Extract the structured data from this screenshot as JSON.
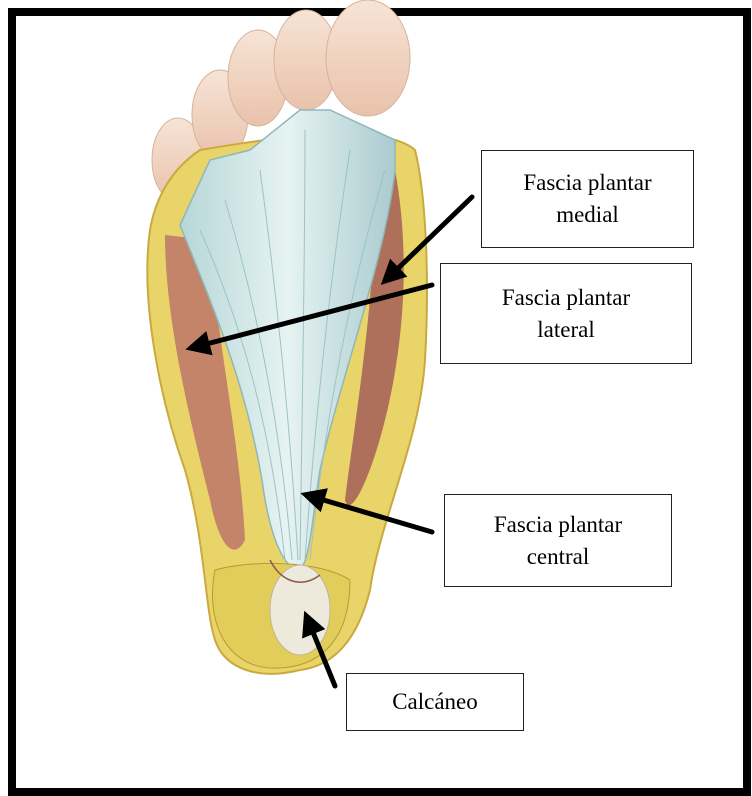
{
  "labels": {
    "medial": "Fascia plantar\nmedial",
    "lateral": "Fascia plantar\nlateral",
    "central": "Fascia plantar\ncentral",
    "calcaneo": "Calcáneo"
  },
  "colors": {
    "frame": "#000000",
    "skin": "#f3d8c4",
    "fat": "#e9d46a",
    "fascia": "#cfe6e6",
    "muscle": "#b5696a",
    "arrow": "#000000"
  },
  "icons": {
    "foot": "foot-plantar-anatomy-illustration"
  }
}
